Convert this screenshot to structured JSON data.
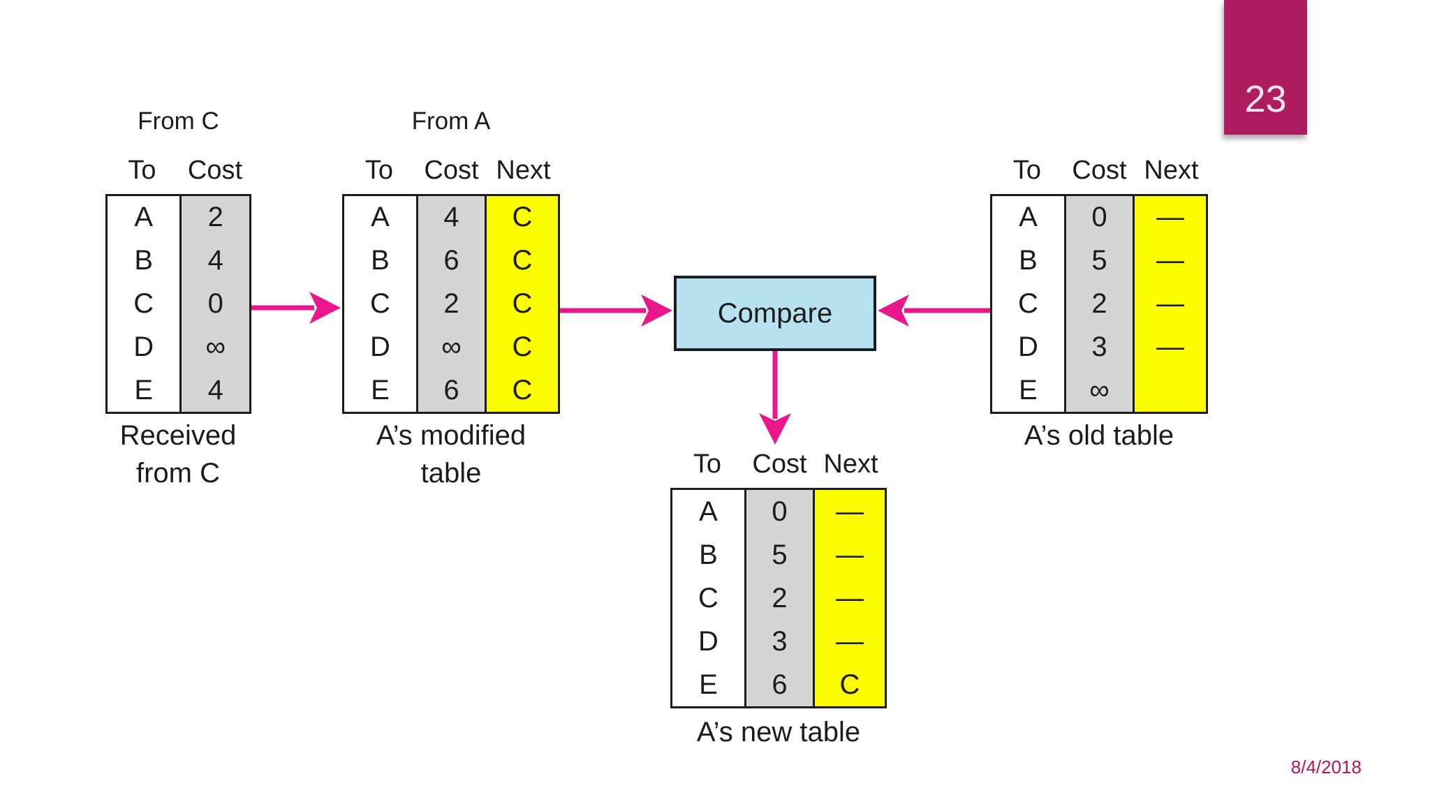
{
  "page": {
    "number": "23",
    "date": "8/4/2018"
  },
  "compare": {
    "label": "Compare"
  },
  "tables": {
    "received": {
      "title": "From C",
      "headers": {
        "to": "To",
        "cost": "Cost"
      },
      "rows": [
        {
          "to": "A",
          "cost": "2"
        },
        {
          "to": "B",
          "cost": "4"
        },
        {
          "to": "C",
          "cost": "0"
        },
        {
          "to": "D",
          "cost": "∞"
        },
        {
          "to": "E",
          "cost": "4"
        }
      ],
      "caption_line1": "Received",
      "caption_line2": "from C"
    },
    "modified": {
      "title": "From A",
      "headers": {
        "to": "To",
        "cost": "Cost",
        "next": "Next"
      },
      "rows": [
        {
          "to": "A",
          "cost": "4",
          "next": "C"
        },
        {
          "to": "B",
          "cost": "6",
          "next": "C"
        },
        {
          "to": "C",
          "cost": "2",
          "next": "C"
        },
        {
          "to": "D",
          "cost": "∞",
          "next": "C"
        },
        {
          "to": "E",
          "cost": "6",
          "next": "C"
        }
      ],
      "caption_line1": "A’s modified",
      "caption_line2": "table"
    },
    "old": {
      "headers": {
        "to": "To",
        "cost": "Cost",
        "next": "Next"
      },
      "rows": [
        {
          "to": "A",
          "cost": "0",
          "next": "—"
        },
        {
          "to": "B",
          "cost": "5",
          "next": "—"
        },
        {
          "to": "C",
          "cost": "2",
          "next": "—"
        },
        {
          "to": "D",
          "cost": "3",
          "next": "—"
        },
        {
          "to": "E",
          "cost": "∞",
          "next": ""
        }
      ],
      "caption_line1": "A’s old table"
    },
    "new": {
      "headers": {
        "to": "To",
        "cost": "Cost",
        "next": "Next"
      },
      "rows": [
        {
          "to": "A",
          "cost": "0",
          "next": "—"
        },
        {
          "to": "B",
          "cost": "5",
          "next": "—"
        },
        {
          "to": "C",
          "cost": "2",
          "next": "—"
        },
        {
          "to": "D",
          "cost": "3",
          "next": "—"
        },
        {
          "to": "E",
          "cost": "6",
          "next": "C"
        }
      ],
      "caption_line1": "A’s new table"
    }
  },
  "colors": {
    "arrow_pink": "#eb168c",
    "page_badge": "#b01c60",
    "date_text": "#b5155e",
    "next_col_yellow": "#fcfc00",
    "cost_col_gray": "#d5d5d5",
    "compare_fill": "#b8e2f0"
  }
}
